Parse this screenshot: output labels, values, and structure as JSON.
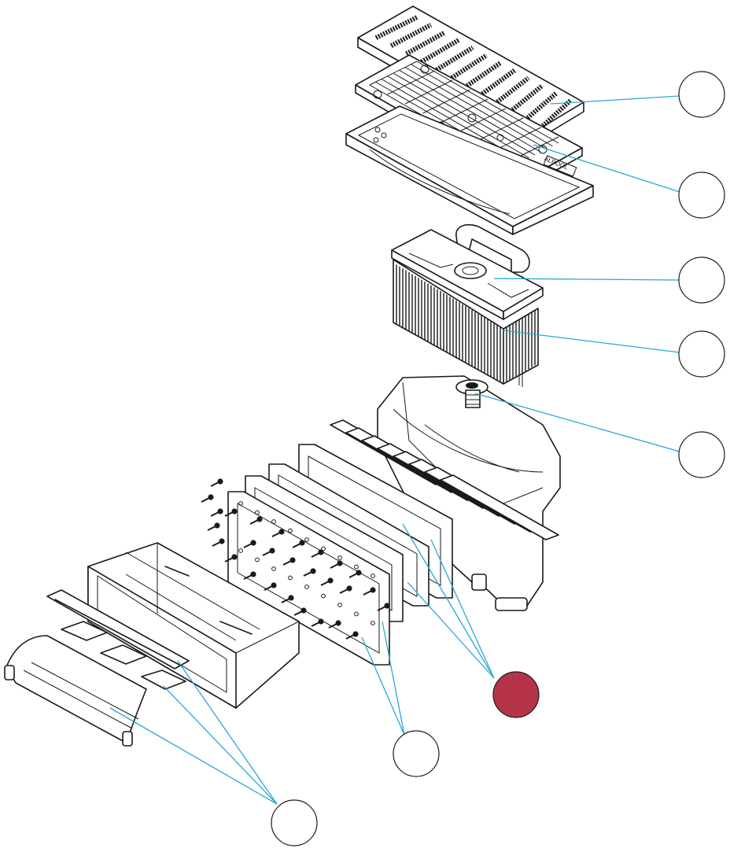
{
  "brand_mark": "ALPOOL",
  "colors": {
    "leader_line": "#2aa7d6",
    "callout_default": "#ffffff",
    "callout_highlight": "#b5344a",
    "ink": "#1a1a1a"
  },
  "callouts": [
    {
      "id": "cover-grid",
      "label": "",
      "highlighted": false
    },
    {
      "id": "grid-frame",
      "label": "",
      "highlighted": false
    },
    {
      "id": "basket-lid",
      "label": "",
      "highlighted": false
    },
    {
      "id": "basket",
      "label": "",
      "highlighted": false
    },
    {
      "id": "level-adjuster",
      "label": "",
      "highlighted": false
    },
    {
      "id": "fixing-screws",
      "label": "",
      "highlighted": true
    },
    {
      "id": "gaskets-flange",
      "label": "",
      "highlighted": false
    },
    {
      "id": "front-weir",
      "label": "",
      "highlighted": false
    }
  ]
}
